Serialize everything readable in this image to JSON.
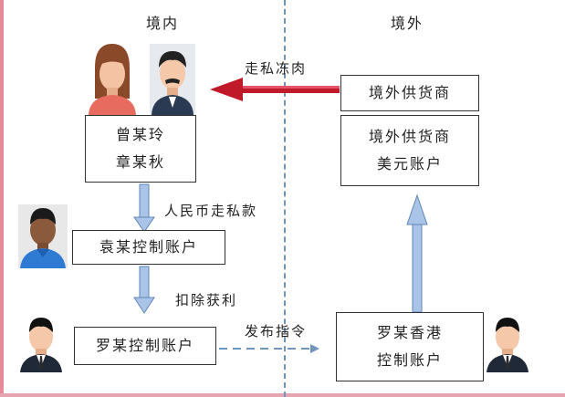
{
  "regions": {
    "domestic": "境内",
    "overseas": "境外"
  },
  "nodes": {
    "supplier_top": "境外供货商",
    "supplier_account": {
      "line1": "境外供货商",
      "line2": "美元账户"
    },
    "persons": {
      "line1": "曾某玲",
      "line2": "章某秋"
    },
    "yuan_account": "袁某控制账户",
    "luo_account": "罗某控制账户",
    "luo_hk_account": {
      "line1": "罗某香港",
      "line2": "控制账户"
    }
  },
  "edges": {
    "smuggle_meat": "走私冻肉",
    "rmb_payment": "人民币走私款",
    "deduct_profit": "扣除获利",
    "issue_order": "发布指令"
  },
  "colors": {
    "red_arrow": "#c0192a",
    "blue_arrow": "#a9c4e6",
    "divider": "#6f95bd"
  }
}
